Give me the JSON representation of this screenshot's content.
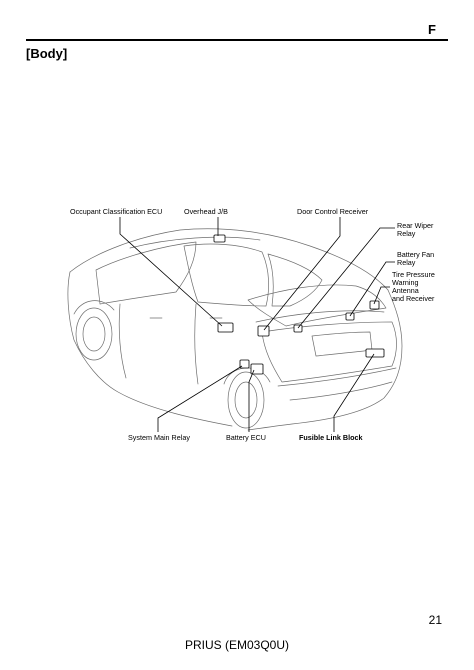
{
  "header": {
    "section_letter": "F"
  },
  "section_title": "[Body]",
  "labels": {
    "occupant_classification_ecu": "Occupant Classification ECU",
    "overhead_jb": "Overhead J/B",
    "door_control_receiver": "Door Control Receiver",
    "rear_wiper_relay": "Rear Wiper\nRelay",
    "battery_fan_relay": "Battery Fan\nRelay",
    "tire_pressure_warning_antenna": "Tire Pressure\nWarning\nAntenna\nand Receiver",
    "system_main_relay": "System Main Relay",
    "battery_ecu": "Battery ECU",
    "fusible_link_block": "Fusible Link Block"
  },
  "page_number": "21",
  "footer": "PRIUS (EM03Q0U)"
}
